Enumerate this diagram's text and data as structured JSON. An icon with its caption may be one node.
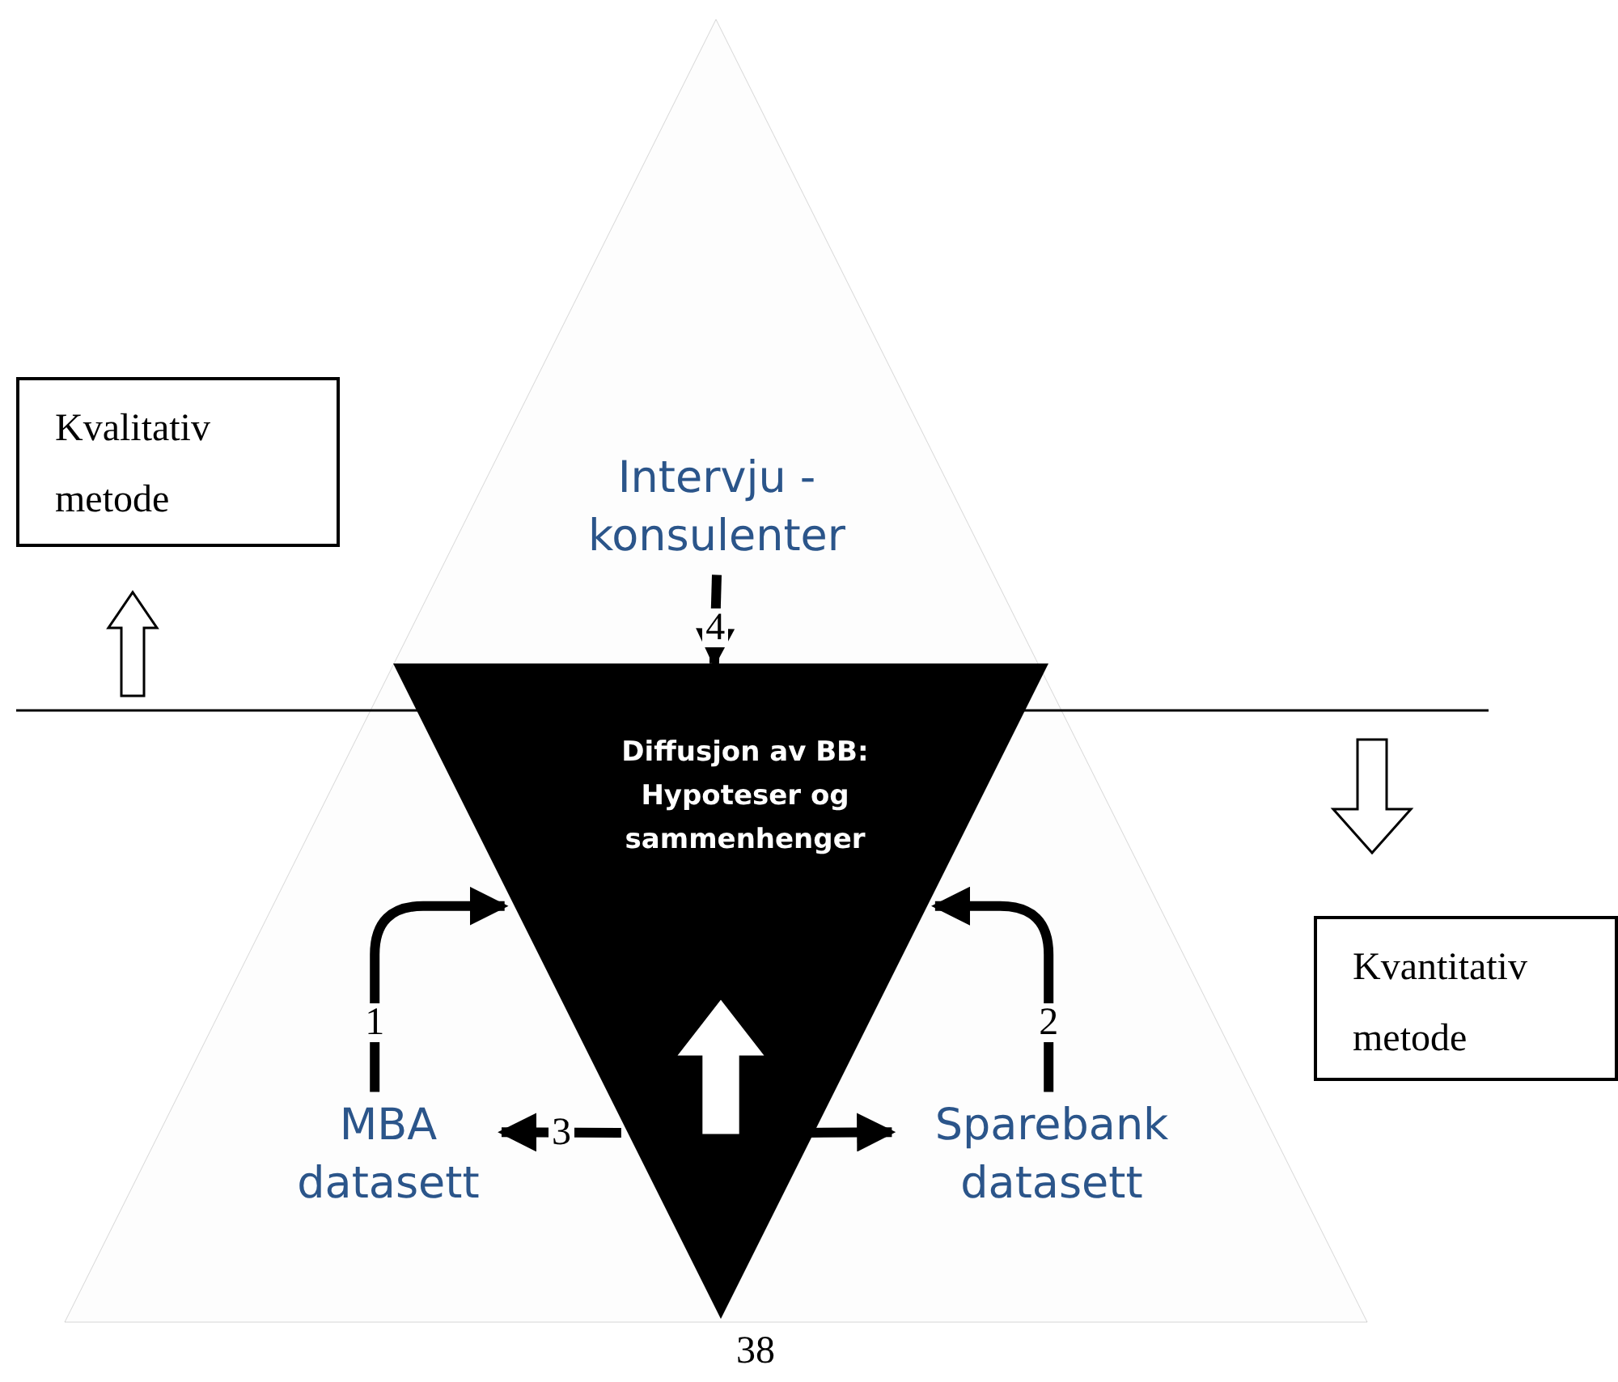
{
  "diagram": {
    "nodes": [
      {
        "text": [],
        "shape": "triangle"
      },
      {
        "text": [
          "Kvalitativ",
          "metode"
        ]
      },
      {
        "text": [
          "Intervju - konsulenter"
        ],
        "in": 0
      },
      {
        "text": [
          "Diffusjon av BB: Hypoteser og sammenhenger"
        ],
        "in": 0
      },
      {
        "text": [
          "MBA datasett"
        ],
        "in": 0
      },
      {
        "text": [
          "Sparebank datasett"
        ],
        "in": 0
      },
      {
        "text": [
          "Kvantitativ",
          "metode"
        ]
      }
    ],
    "edges": [
      {
        "from": 2,
        "to": 3,
        "label": "4",
        "arrow": "to"
      },
      {
        "from": 4,
        "to": 3,
        "label": "1",
        "arrow": "to"
      },
      {
        "from": 5,
        "to": 3,
        "label": "2",
        "arrow": "to"
      },
      {
        "from": 3,
        "to": 4,
        "label": "3",
        "arrow": "to"
      },
      {
        "from": 3,
        "to": 5,
        "arrow": "to"
      }
    ],
    "labels": [
      "38"
    ]
  }
}
